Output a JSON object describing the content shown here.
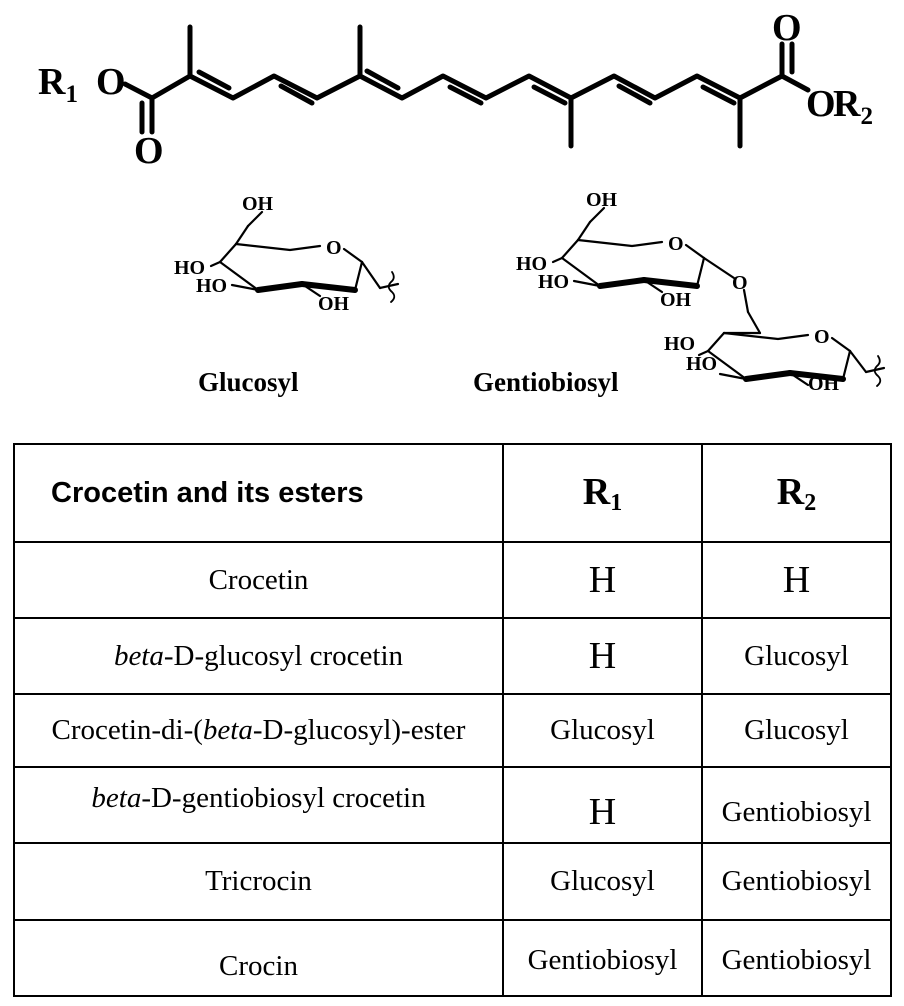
{
  "molecule": {
    "r1_label": "R",
    "r1_sub": "1",
    "r1_o": "O",
    "carbonyl_o_left": "O",
    "carbonyl_o_right": "O",
    "r2_o": "O",
    "r2_label": "R",
    "r2_sub": "2"
  },
  "substituents": {
    "glucosyl": {
      "caption": "Glucosyl",
      "oh_top": "OH",
      "ring_o": "O",
      "ho_left": "HO",
      "ho_lower": "HO",
      "oh_bottom": "OH"
    },
    "gentiobiosyl": {
      "caption": "Gentiobiosyl",
      "upper_oh_top": "OH",
      "upper_ring_o": "O",
      "upper_ho_left": "HO",
      "upper_ho_lower": "HO",
      "upper_oh_bottom": "OH",
      "link_o": "O",
      "lower_ring_o": "O",
      "lower_ho_left": "HO",
      "lower_ho_lower": "HO",
      "lower_oh_bottom": "OH"
    }
  },
  "table": {
    "header": {
      "col1": "Crocetin and its esters",
      "col2_main": "R",
      "col2_sub": "1",
      "col3_main": "R",
      "col3_sub": "2"
    },
    "rows": [
      {
        "name_pre": "",
        "name_italic": "",
        "name_post": "Crocetin",
        "r1": "H",
        "r2": "H"
      },
      {
        "name_pre": "",
        "name_italic": "beta",
        "name_post": "-D-glucosyl crocetin",
        "r1": "H",
        "r2": "Glucosyl"
      },
      {
        "name_pre": "Crocetin-di-(",
        "name_italic": "beta",
        "name_post": "-D-glucosyl)-ester",
        "r1": "Glucosyl",
        "r2": "Glucosyl"
      },
      {
        "name_pre": "",
        "name_italic": "beta",
        "name_post": "-D-gentiobiosyl crocetin",
        "r1": "H",
        "r2": "Gentiobiosyl"
      },
      {
        "name_pre": "",
        "name_italic": "",
        "name_post": "Tricrocin",
        "r1": "Glucosyl",
        "r2": "Gentiobiosyl"
      },
      {
        "name_pre": "",
        "name_italic": "",
        "name_post": "Crocin",
        "r1": "Gentiobiosyl",
        "r2": "Gentiobiosyl"
      }
    ]
  }
}
